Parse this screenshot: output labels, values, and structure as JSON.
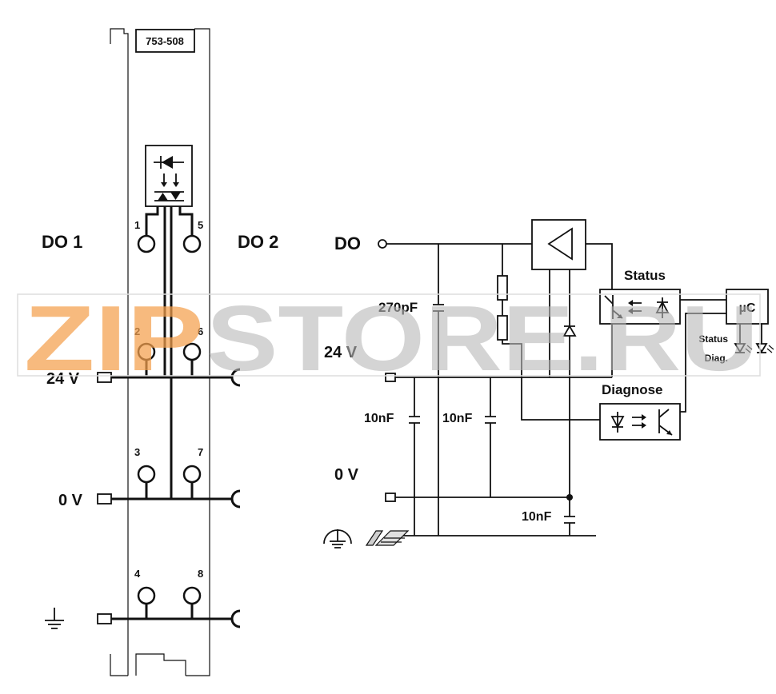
{
  "module": {
    "label": "753-508"
  },
  "left": {
    "do1": "DO 1",
    "do2": "DO 2",
    "v24": "24 V",
    "v0": "0 V",
    "pins": [
      "1",
      "5",
      "2",
      "6",
      "3",
      "7",
      "4",
      "8"
    ]
  },
  "right": {
    "do": "DO",
    "c270": "270pF",
    "v24": "24 V",
    "c10a": "10nF",
    "c10b": "10nF",
    "c10c": "10nF",
    "v0": "0 V",
    "status": "Status",
    "uc": "µC",
    "status_small": "Status",
    "diag_small": "Diag.",
    "diagnose": "Diagnose"
  },
  "watermark": {
    "part1": "ZIP",
    "part2": "STORE.RU"
  },
  "colors": {
    "line": "#111111",
    "watermark_orange": "#f5a04d",
    "watermark_gray": "#b8b8b8"
  }
}
